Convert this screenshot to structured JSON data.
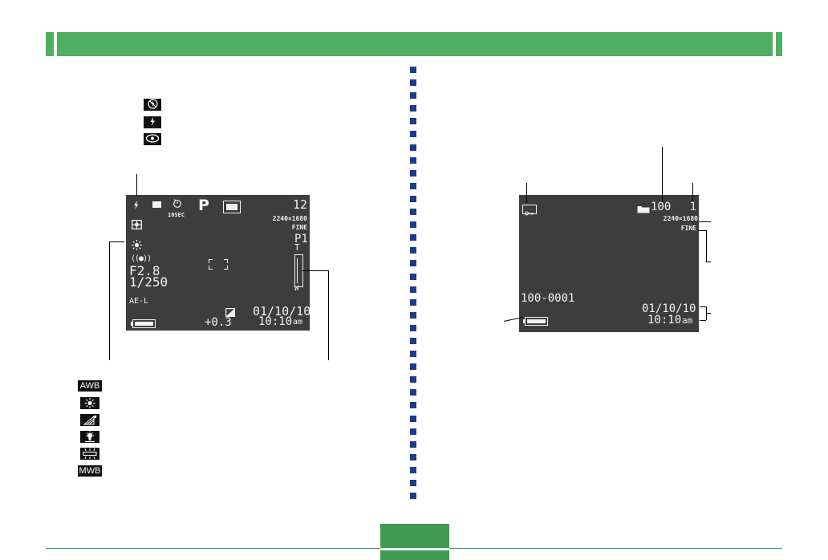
{
  "header": {
    "bar_color": "#4fae61"
  },
  "flash_icons": [
    "flash-off-icon",
    "flash-on-icon",
    "red-eye-icon"
  ],
  "wb_icons": [
    {
      "name": "awb-icon",
      "label": "AWB"
    },
    {
      "name": "daylight-icon",
      "label": ""
    },
    {
      "name": "shade-icon",
      "label": ""
    },
    {
      "name": "tungsten-icon",
      "label": ""
    },
    {
      "name": "fluorescent-icon",
      "label": ""
    },
    {
      "name": "mwb-icon",
      "label": "MWB"
    }
  ],
  "rec_screen": {
    "shots_left": "12",
    "resolution": "2240×1680",
    "quality": "FINE",
    "timer": "10SEC",
    "mode": "P",
    "program": "P1",
    "zoom_t": "T",
    "zoom_w": "W",
    "aperture": "F2.8",
    "shutter": "1/250",
    "ae_lock": "AE-L",
    "exposure_comp": "+0.3",
    "date": "01/10/10",
    "time": "10:10",
    "ampm": "am"
  },
  "play_screen": {
    "folder": "100",
    "file_number": "1",
    "resolution": "2240×1680",
    "quality": "FINE",
    "file_name": "100-0001",
    "date": "01/10/10",
    "time": "10:10",
    "ampm": "am"
  }
}
